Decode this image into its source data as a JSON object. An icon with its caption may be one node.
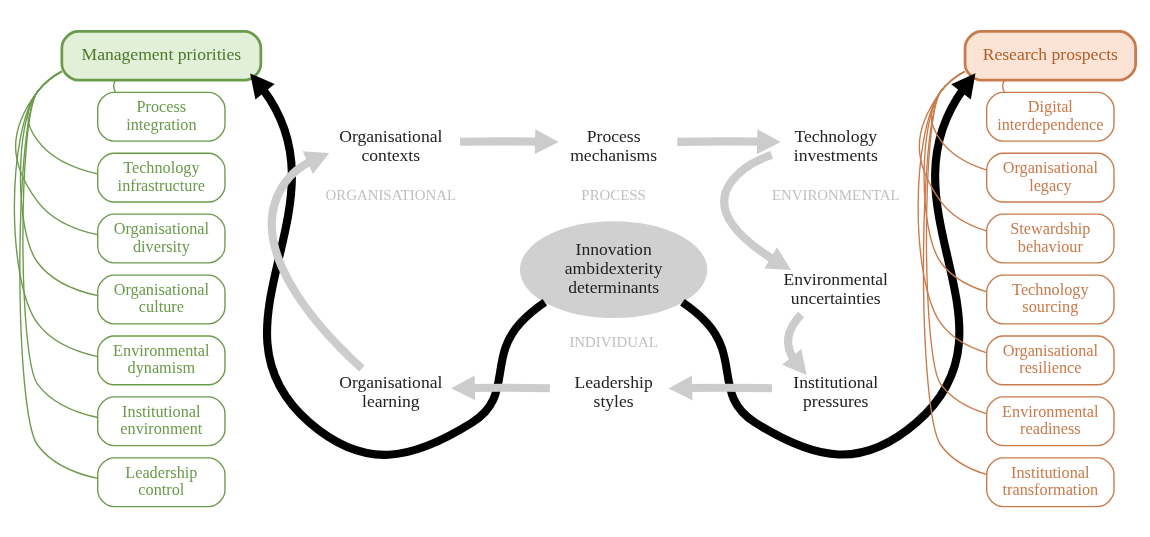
{
  "diagram": {
    "nodes": [
      {
        "text": [
          "Management priorities"
        ]
      },
      {
        "text": [
          "Process integration"
        ]
      },
      {
        "text": [
          "Technology infrastructure"
        ]
      },
      {
        "text": [
          "Organisational diversity"
        ]
      },
      {
        "text": [
          "Organisational culture"
        ]
      },
      {
        "text": [
          "Environmental dynamism"
        ]
      },
      {
        "text": [
          "Institutional environment"
        ]
      },
      {
        "text": [
          "Leadership control"
        ]
      },
      {
        "text": [
          "Innovation ambidexterity determinants"
        ]
      },
      {
        "text": [
          "Process mechanisms"
        ]
      },
      {
        "text": [
          "Technology investments"
        ]
      },
      {
        "text": [
          "Environmental uncertainties"
        ]
      },
      {
        "text": [
          "Institutional pressures"
        ]
      },
      {
        "text": [
          "Leadership styles"
        ]
      },
      {
        "text": [
          "Organisational learning"
        ]
      },
      {
        "text": [
          "Organisational contexts"
        ]
      },
      {
        "text": [
          "Research prospects"
        ]
      },
      {
        "text": [
          "Digital interdependence"
        ]
      },
      {
        "text": [
          "Organisational legacy"
        ]
      },
      {
        "text": [
          "Stewardship behaviour"
        ]
      },
      {
        "text": [
          "Technology sourcing"
        ]
      },
      {
        "text": [
          "Organisational resilience"
        ]
      },
      {
        "text": [
          "Environmental readiness"
        ]
      },
      {
        "text": [
          "Institutional transformation"
        ]
      }
    ],
    "edges": [
      {
        "from": 0,
        "to": 1,
        "arrow": "none",
        "color": "#6a9a4a"
      },
      {
        "from": 0,
        "to": 2,
        "arrow": "none",
        "color": "#6a9a4a"
      },
      {
        "from": 0,
        "to": 3,
        "arrow": "none",
        "color": "#6a9a4a"
      },
      {
        "from": 0,
        "to": 4,
        "arrow": "none",
        "color": "#6a9a4a"
      },
      {
        "from": 0,
        "to": 5,
        "arrow": "none",
        "color": "#6a9a4a"
      },
      {
        "from": 0,
        "to": 6,
        "arrow": "none",
        "color": "#6a9a4a"
      },
      {
        "from": 0,
        "to": 7,
        "arrow": "none",
        "color": "#6a9a4a"
      },
      {
        "from": 9,
        "to": 10,
        "arrow": "to",
        "style": "thick",
        "color": "#cccccc"
      },
      {
        "from": 10,
        "to": 11,
        "arrow": "to",
        "style": "thick",
        "color": "#cccccc"
      },
      {
        "from": 11,
        "to": 12,
        "arrow": "to",
        "style": "thick",
        "color": "#cccccc"
      },
      {
        "from": 12,
        "to": 13,
        "arrow": "to",
        "style": "thick",
        "color": "#cccccc"
      },
      {
        "from": 13,
        "to": 14,
        "arrow": "to",
        "style": "thick",
        "color": "#cccccc"
      },
      {
        "from": 14,
        "to": 15,
        "arrow": "to",
        "style": "thick",
        "color": "#cccccc"
      },
      {
        "from": 15,
        "to": 9,
        "arrow": "to",
        "style": "thick",
        "color": "#cccccc"
      },
      {
        "from": 8,
        "to": 0,
        "arrow": "to",
        "style": "thick",
        "color": "#000000"
      },
      {
        "from": 8,
        "to": 16,
        "arrow": "to",
        "style": "thick",
        "color": "#000000"
      },
      {
        "from": 16,
        "to": 17,
        "arrow": "none",
        "color": "#c87a4a"
      },
      {
        "from": 16,
        "to": 18,
        "arrow": "none",
        "color": "#c87a4a"
      },
      {
        "from": 16,
        "to": 19,
        "arrow": "none",
        "color": "#c87a4a"
      },
      {
        "from": 16,
        "to": 20,
        "arrow": "none",
        "color": "#c87a4a"
      },
      {
        "from": 16,
        "to": 21,
        "arrow": "none",
        "color": "#c87a4a"
      },
      {
        "from": 16,
        "to": 22,
        "arrow": "none",
        "color": "#c87a4a"
      },
      {
        "from": 16,
        "to": 23,
        "arrow": "none",
        "color": "#c87a4a"
      }
    ],
    "labels": [
      "PROCESS",
      "ORGANISATIONAL",
      "ENVIRONMENTAL",
      "INDIVIDUAL"
    ]
  }
}
